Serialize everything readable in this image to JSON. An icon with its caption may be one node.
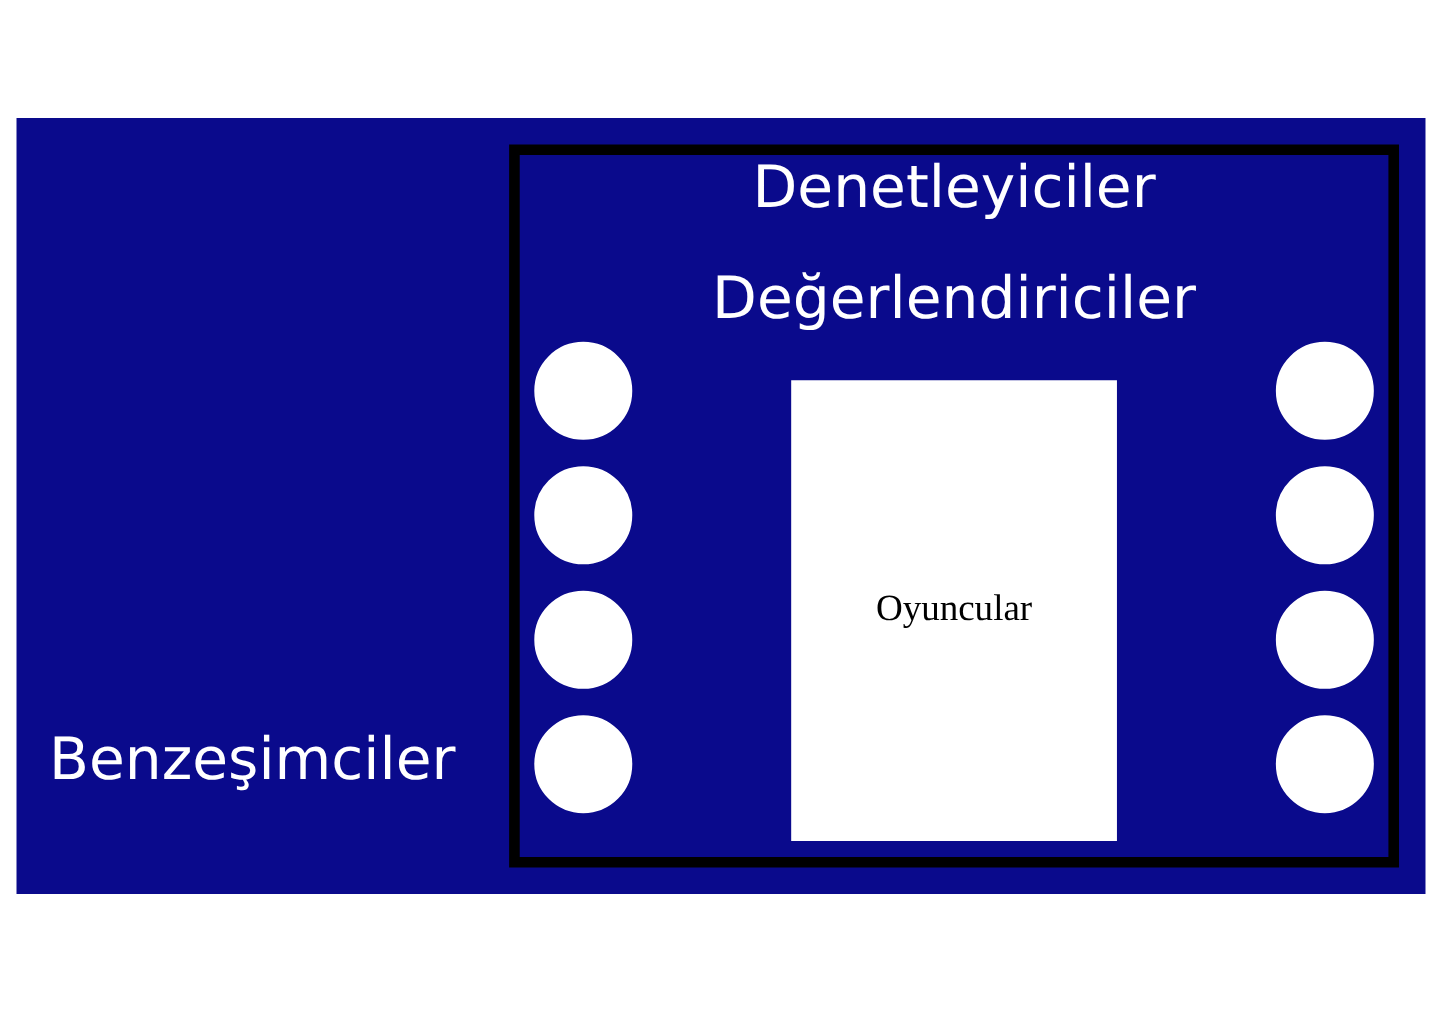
{
  "diagram": {
    "nodes": [
      {
        "text": [
          "Denetleyiciler",
          "Değerlendiriciler"
        ]
      },
      {
        "text": [],
        "shape": "circle",
        "in": 0
      },
      {
        "text": [],
        "shape": "circle",
        "in": 0
      },
      {
        "text": [],
        "shape": "circle",
        "in": 0
      },
      {
        "text": [],
        "shape": "circle",
        "in": 0
      },
      {
        "text": [
          "Oyuncular"
        ],
        "in": 0
      },
      {
        "text": [],
        "shape": "circle",
        "in": 0
      },
      {
        "text": [],
        "shape": "circle",
        "in": 0
      },
      {
        "text": [],
        "shape": "circle",
        "in": 0
      },
      {
        "text": [],
        "shape": "circle",
        "in": 0
      }
    ],
    "edges": [],
    "labels": [
      "Benzeşimciler"
    ]
  }
}
